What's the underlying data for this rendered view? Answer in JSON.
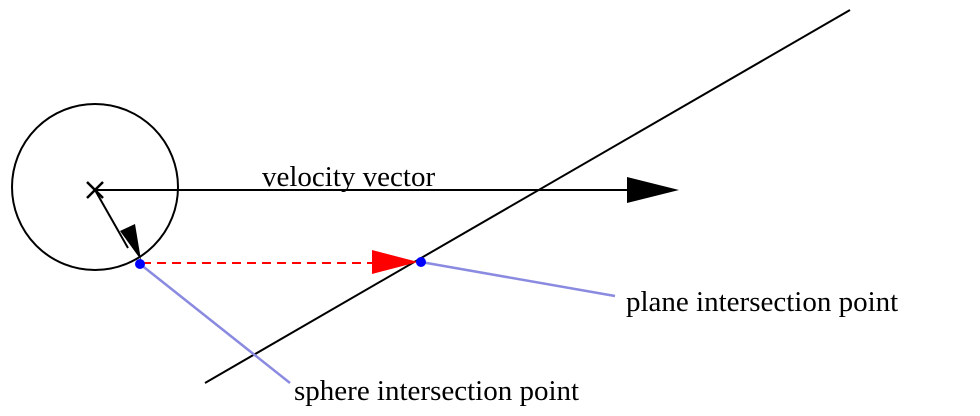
{
  "labels": {
    "velocity_vector": "velocity vector",
    "plane_intersection_point": "plane intersection point",
    "sphere_intersection_point": "sphere intersection point"
  },
  "colors": {
    "stroke": "#000000",
    "leader": "#8a8ae0",
    "intersection_point": "#0000ff",
    "projection": "#ff0000",
    "background": "#ffffff"
  },
  "marks": {
    "center_marker": "x-cross-icon"
  }
}
